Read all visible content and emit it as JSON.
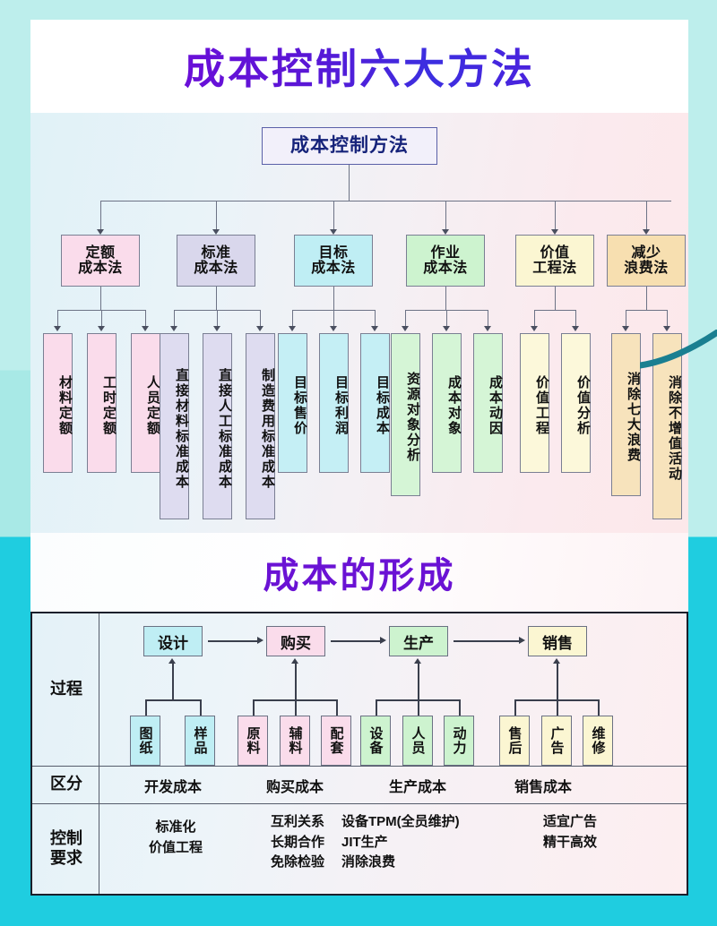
{
  "page": {
    "bg_cyan": "#1fcde0",
    "bg_mint": "#bdeeec",
    "title_color": "#6a12d4"
  },
  "section1": {
    "title": "成本控制六大方法",
    "root": {
      "label": "成本控制方法",
      "color": "#f2f0fa"
    },
    "branches": [
      {
        "label": "定额\n成本法",
        "label_line1": "定额",
        "label_line2": "成本法",
        "color": "#fadceb",
        "leaves": [
          {
            "label": "材料定额",
            "color": "#fadceb"
          },
          {
            "label": "工时定额",
            "color": "#fadceb"
          },
          {
            "label": "人员定额",
            "color": "#fadceb"
          }
        ]
      },
      {
        "label_line1": "标准",
        "label_line2": "成本法",
        "color": "#d9d7ec",
        "leaves": [
          {
            "label": "直接材料标准成本",
            "color": "#dedcf0"
          },
          {
            "label": "直接人工标准成本",
            "color": "#dedcf0"
          },
          {
            "label": "制造费用标准成本",
            "color": "#dedcf0"
          }
        ]
      },
      {
        "label_line1": "目标",
        "label_line2": "成本法",
        "color": "#bfeef4",
        "leaves": [
          {
            "label": "目标售价",
            "color": "#c5eff5"
          },
          {
            "label": "目标利润",
            "color": "#c5eff5"
          },
          {
            "label": "目标成本",
            "color": "#c5eff5"
          }
        ]
      },
      {
        "label_line1": "作业",
        "label_line2": "成本法",
        "color": "#cdf3cf",
        "leaves": [
          {
            "label": "资源对象分析",
            "color": "#d5f5d6"
          },
          {
            "label": "成本对象",
            "color": "#d5f5d6"
          },
          {
            "label": "成本动因",
            "color": "#d5f5d6"
          }
        ]
      },
      {
        "label_line1": "价值",
        "label_line2": "工程法",
        "color": "#fbf6d2",
        "leaves": [
          {
            "label": "价值工程",
            "color": "#fcf8da"
          },
          {
            "label": "价值分析",
            "color": "#fcf8da"
          }
        ]
      },
      {
        "label_line1": "减少",
        "label_line2": "浪费法",
        "color": "#f7dfb0",
        "leaves": [
          {
            "label": "消除七大浪费",
            "color": "#f7e3bc"
          },
          {
            "label": "消除不增值活动",
            "color": "#f7e3bc"
          }
        ]
      }
    ]
  },
  "section2": {
    "title": "成本的形成",
    "row_labels": {
      "process": "过程",
      "category": "区分",
      "control": "控制\n要求",
      "control_line1": "控制",
      "control_line2": "要求"
    },
    "stages": [
      {
        "name": "设计",
        "color": "#bfeef4",
        "children": [
          {
            "label": "图纸",
            "color": "#bfeef4"
          },
          {
            "label": "样品",
            "color": "#bfeef4"
          }
        ],
        "category": "开发成本",
        "control": "标准化\n价值工程"
      },
      {
        "name": "购买",
        "color": "#fadceb",
        "children": [
          {
            "label": "原料",
            "color": "#fadceb"
          },
          {
            "label": "辅料",
            "color": "#fadceb"
          },
          {
            "label": "配套",
            "color": "#fadceb"
          }
        ],
        "category": "购买成本",
        "control": "互利关系\n长期合作\n免除检验"
      },
      {
        "name": "生产",
        "color": "#cdf3cf",
        "children": [
          {
            "label": "设备",
            "color": "#cdf3cf"
          },
          {
            "label": "人员",
            "color": "#cdf3cf"
          },
          {
            "label": "动力",
            "color": "#cdf3cf"
          }
        ],
        "category": "生产成本",
        "control": "设备TPM(全员维护)\nJIT生产\n消除浪费"
      },
      {
        "name": "销售",
        "color": "#fbf6d2",
        "children": [
          {
            "label": "售后",
            "color": "#fbf6d2"
          },
          {
            "label": "广告",
            "color": "#fbf6d2"
          },
          {
            "label": "维修",
            "color": "#fbf6d2"
          }
        ],
        "category": "销售成本",
        "control": "适宜广告\n精干高效"
      }
    ]
  }
}
